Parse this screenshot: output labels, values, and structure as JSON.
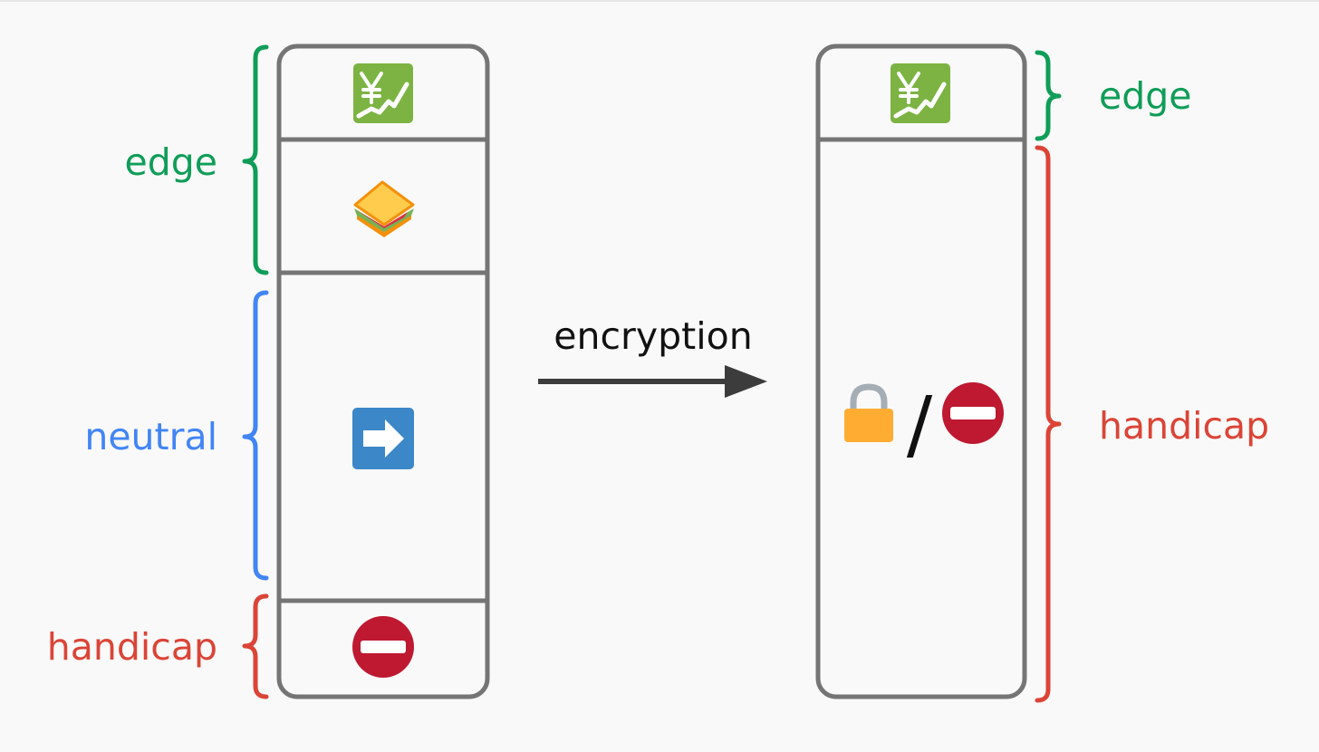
{
  "left_column": {
    "labels": {
      "edge": "edge",
      "neutral": "neutral",
      "handicap": "handicap"
    },
    "cells": [
      {
        "icon": "yen-chart-icon"
      },
      {
        "icon": "sandwich-icon"
      },
      {
        "icon": "right-arrow-icon"
      },
      {
        "icon": "no-entry-icon"
      }
    ]
  },
  "transform": {
    "label": "encryption",
    "icon": "arrow-right-icon"
  },
  "right_column": {
    "labels": {
      "edge": "edge",
      "handicap": "handicap"
    },
    "cells": [
      {
        "icon": "yen-chart-icon"
      },
      {
        "icons": [
          "lock-icon",
          "no-entry-icon"
        ],
        "separator": "/"
      }
    ]
  },
  "colors": {
    "edge": "#0f9d58",
    "neutral": "#4285f4",
    "handicap": "#db4437",
    "column_border": "#757575",
    "arrow": "#3c3c3c",
    "yen_badge": "#7cb342",
    "blue_badge": "#3b87c8",
    "no_entry": "#be1931",
    "lock_body": "#ffac33",
    "lock_shackle": "#a5adb5"
  }
}
